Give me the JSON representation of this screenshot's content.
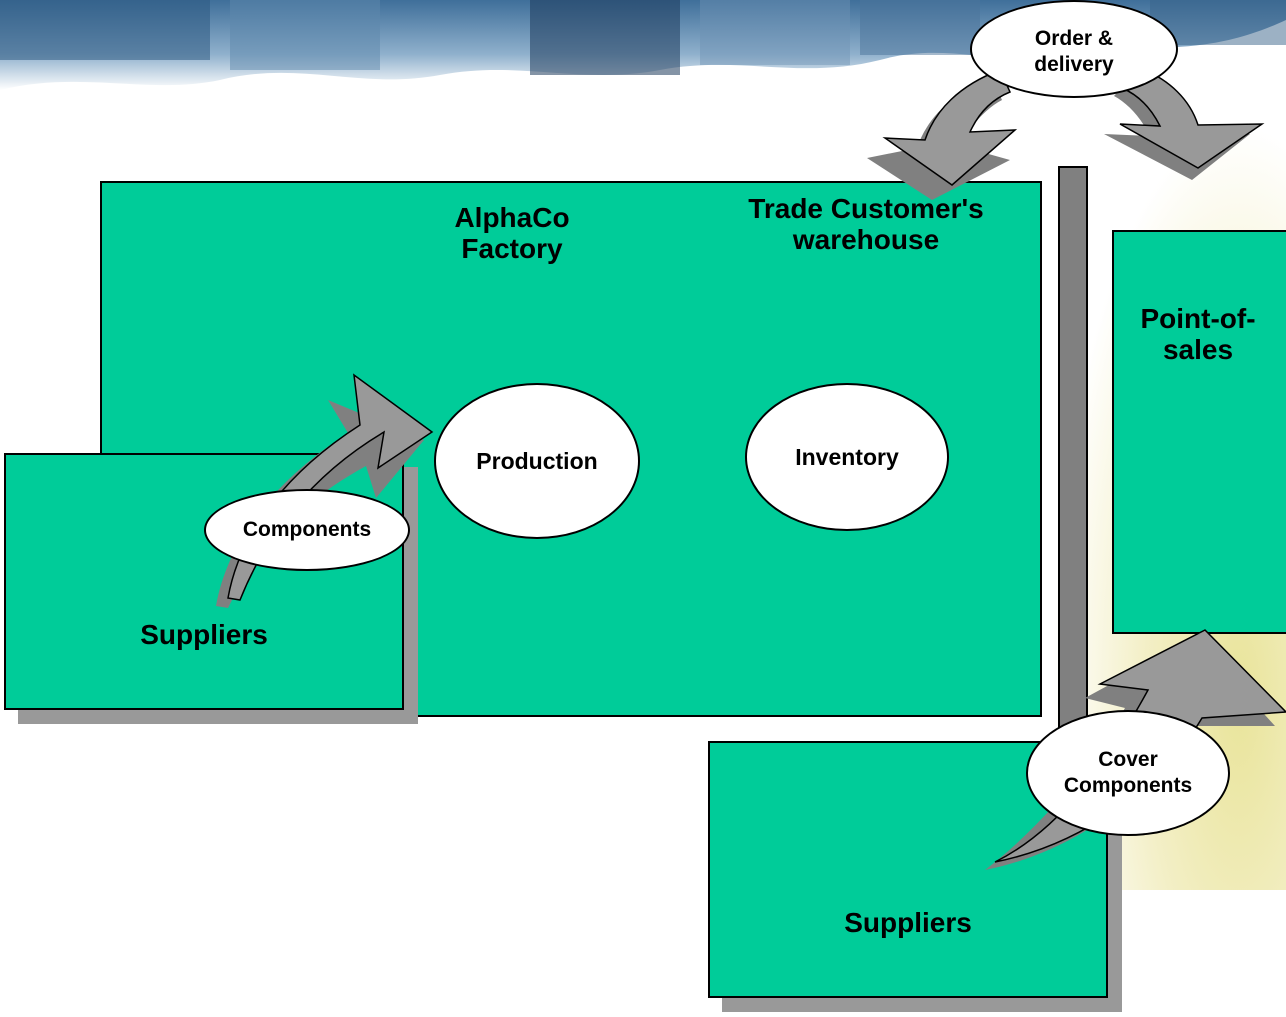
{
  "diagram": {
    "factory_label": "AlphaCo\nFactory",
    "warehouse_label": "Trade Customer's\nwarehouse",
    "pos_label": "Point-of-\nsales",
    "production_label": "Production",
    "inventory_label": "Inventory",
    "components_label": "Components",
    "suppliers_left_label": "Suppliers",
    "suppliers_bottom_label": "Suppliers",
    "order_delivery_label": "Order &\ndelivery",
    "cover_components_label": "Cover\nComponents"
  },
  "colors": {
    "box_fill": "#00cc99",
    "shadow": "#999999",
    "arrow_fill": "#999999",
    "bar_fill": "#808080"
  }
}
